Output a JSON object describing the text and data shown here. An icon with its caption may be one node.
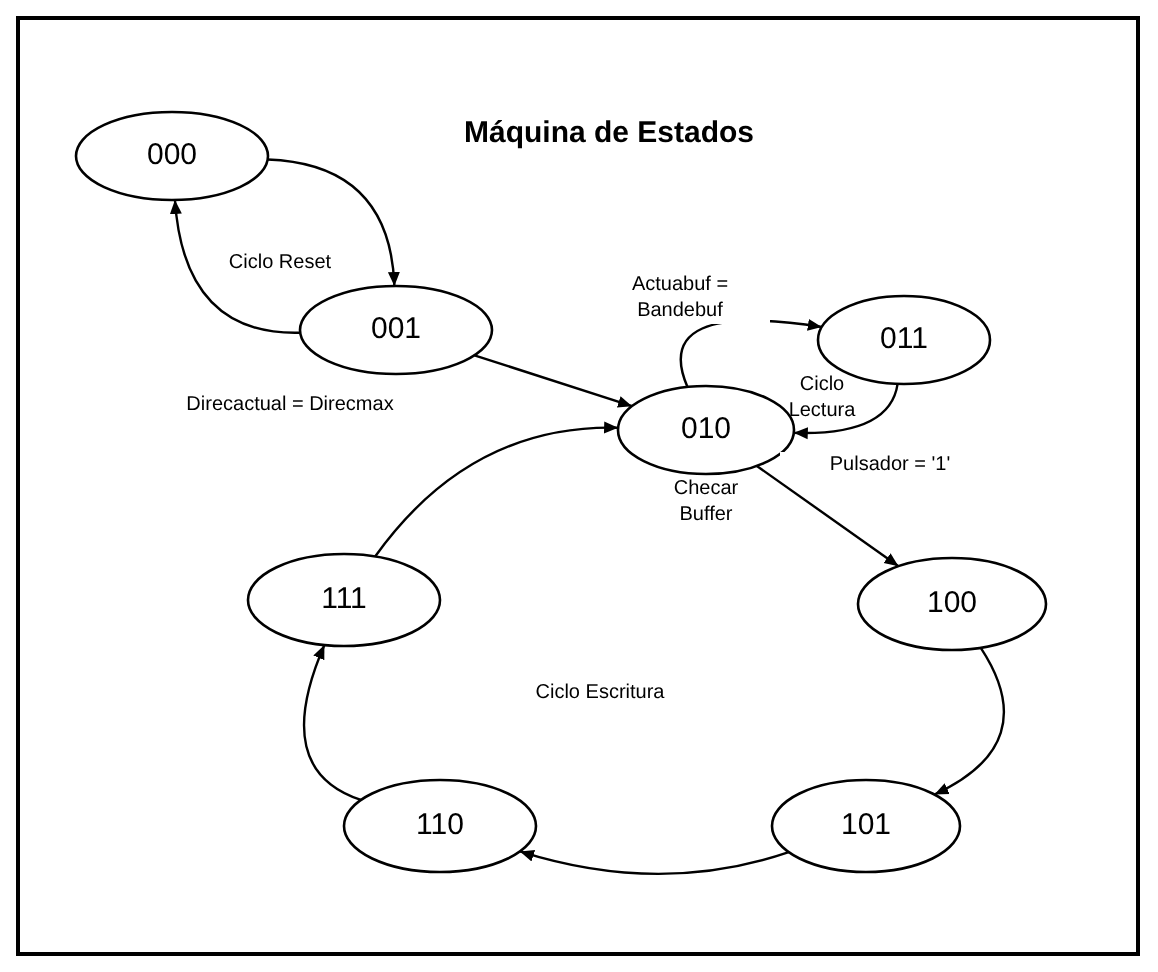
{
  "diagram": {
    "title": "Máquina de Estados",
    "nodes": [
      {
        "text": [
          "000"
        ]
      },
      {
        "text": [
          "001"
        ]
      },
      {
        "text": [
          "010"
        ],
        "beside": [
          "Checar Buffer"
        ]
      },
      {
        "text": [
          "011"
        ]
      },
      {
        "text": [
          "111"
        ]
      },
      {
        "text": [
          "100"
        ]
      },
      {
        "text": [
          "110"
        ]
      },
      {
        "text": [
          "101"
        ]
      }
    ],
    "edges": [
      {
        "from": 0,
        "to": 1,
        "arrow": "to"
      },
      {
        "from": 1,
        "to": 0,
        "arrow": "to"
      },
      {
        "from": 1,
        "to": 2,
        "arrow": "to",
        "label": "Direcactual = Direcmax"
      },
      {
        "from": 2,
        "to": 3,
        "arrow": "to",
        "label": "Actuabuf = Bandebuf"
      },
      {
        "from": 3,
        "to": 2,
        "arrow": "to"
      },
      {
        "from": 2,
        "to": 5,
        "arrow": "to",
        "label": "Pulsador = '1'"
      },
      {
        "from": 5,
        "to": 7,
        "arrow": "to"
      },
      {
        "from": 7,
        "to": 6,
        "arrow": "to"
      },
      {
        "from": 6,
        "to": 4,
        "arrow": "to"
      },
      {
        "from": 4,
        "to": 2,
        "arrow": "to"
      }
    ],
    "labels": [
      "Ciclo Reset",
      "Ciclo Lectura",
      "Ciclo Escritura"
    ]
  }
}
